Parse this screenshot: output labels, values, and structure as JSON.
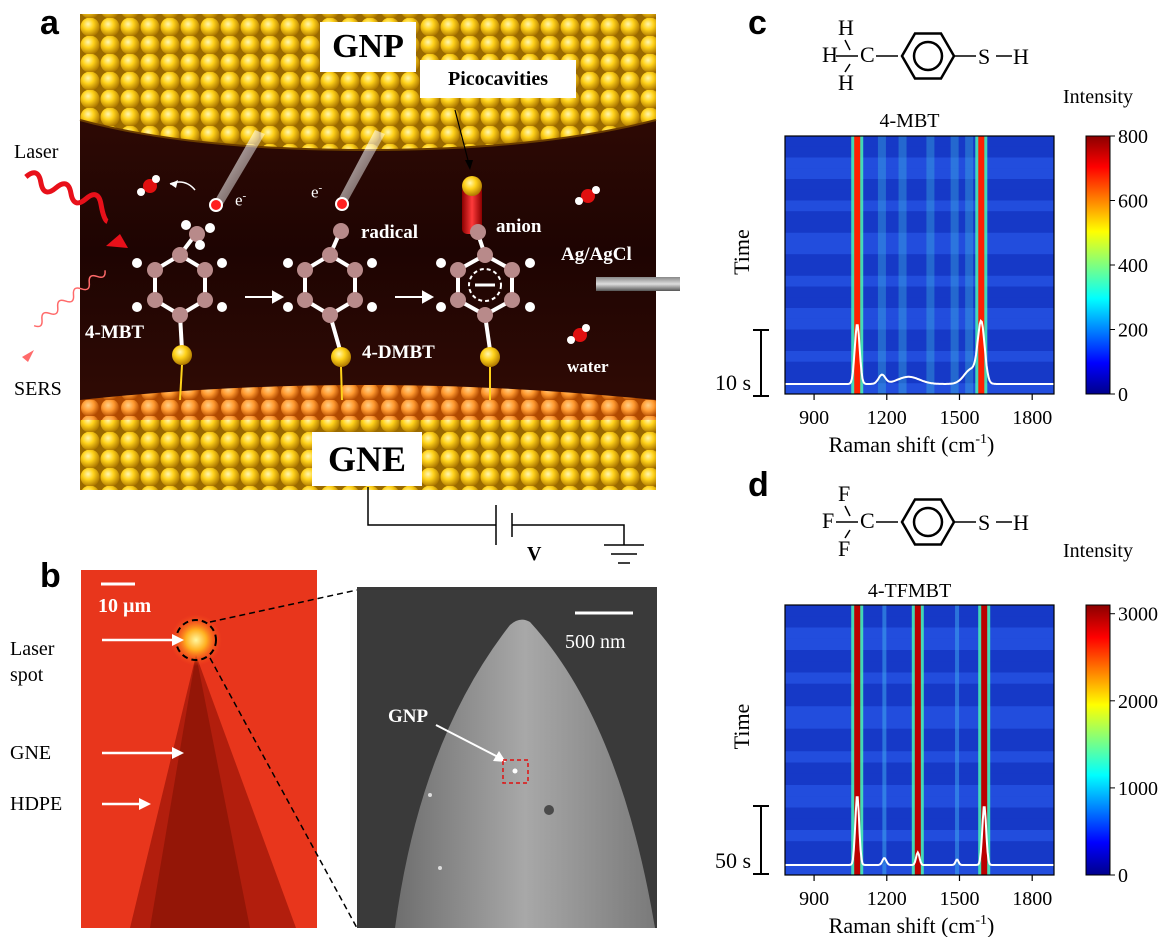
{
  "panels": {
    "a": "a",
    "b": "b",
    "c": "c",
    "d": "d"
  },
  "panel_a": {
    "gnp": "GNP",
    "gne": "GNE",
    "picocavities": "Picocavities",
    "laser": "Laser",
    "sers": "SERS",
    "electron": "e",
    "electron_sup": "-",
    "mbt": "4-MBT",
    "dmbt": "4-DMBT",
    "radical": "radical",
    "anion": "anion",
    "agagcl": "Ag/AgCl",
    "water": "water",
    "voltage": "V"
  },
  "panel_b": {
    "scale_left": "10 µm",
    "scale_right": "500 nm",
    "laser_spot_1": "Laser",
    "laser_spot_2": "spot",
    "gne": "GNE",
    "hdpe": "HDPE",
    "gnp": "GNP"
  },
  "chart_data": [
    {
      "type": "heatmap",
      "molecule_label": "4-MBT",
      "structure_atoms": [
        "H",
        "H",
        "H",
        "C",
        "S",
        "H"
      ],
      "xlabel": "Raman shift (cm",
      "xlabel_sup": "-1",
      "xlabel_end": ")",
      "ylabel": "Time",
      "colorbar_title": "Intensity",
      "x_ticks": [
        900,
        1200,
        1500,
        1800
      ],
      "xlim": [
        780,
        1890
      ],
      "colorbar_ticks": [
        0,
        200,
        400,
        600,
        800
      ],
      "colorbar_range": [
        0,
        800
      ],
      "scale_bar": "10 s",
      "peaks_cm": [
        1078,
        1590
      ],
      "colors": {
        "low": "#00008b",
        "high": "#8b0000"
      }
    },
    {
      "type": "heatmap",
      "molecule_label": "4-TFMBT",
      "structure_atoms": [
        "F",
        "F",
        "F",
        "C",
        "S",
        "H"
      ],
      "xlabel": "Raman shift (cm",
      "xlabel_sup": "-1",
      "xlabel_end": ")",
      "ylabel": "Time",
      "colorbar_title": "Intensity",
      "x_ticks": [
        900,
        1200,
        1500,
        1800
      ],
      "xlim": [
        780,
        1890
      ],
      "colorbar_ticks": [
        0,
        1000,
        2000,
        3000
      ],
      "colorbar_range": [
        0,
        3100
      ],
      "scale_bar": "50 s",
      "peaks_cm": [
        1078,
        1328,
        1602
      ],
      "colors": {
        "low": "#00008b",
        "high": "#8b0000"
      }
    }
  ]
}
